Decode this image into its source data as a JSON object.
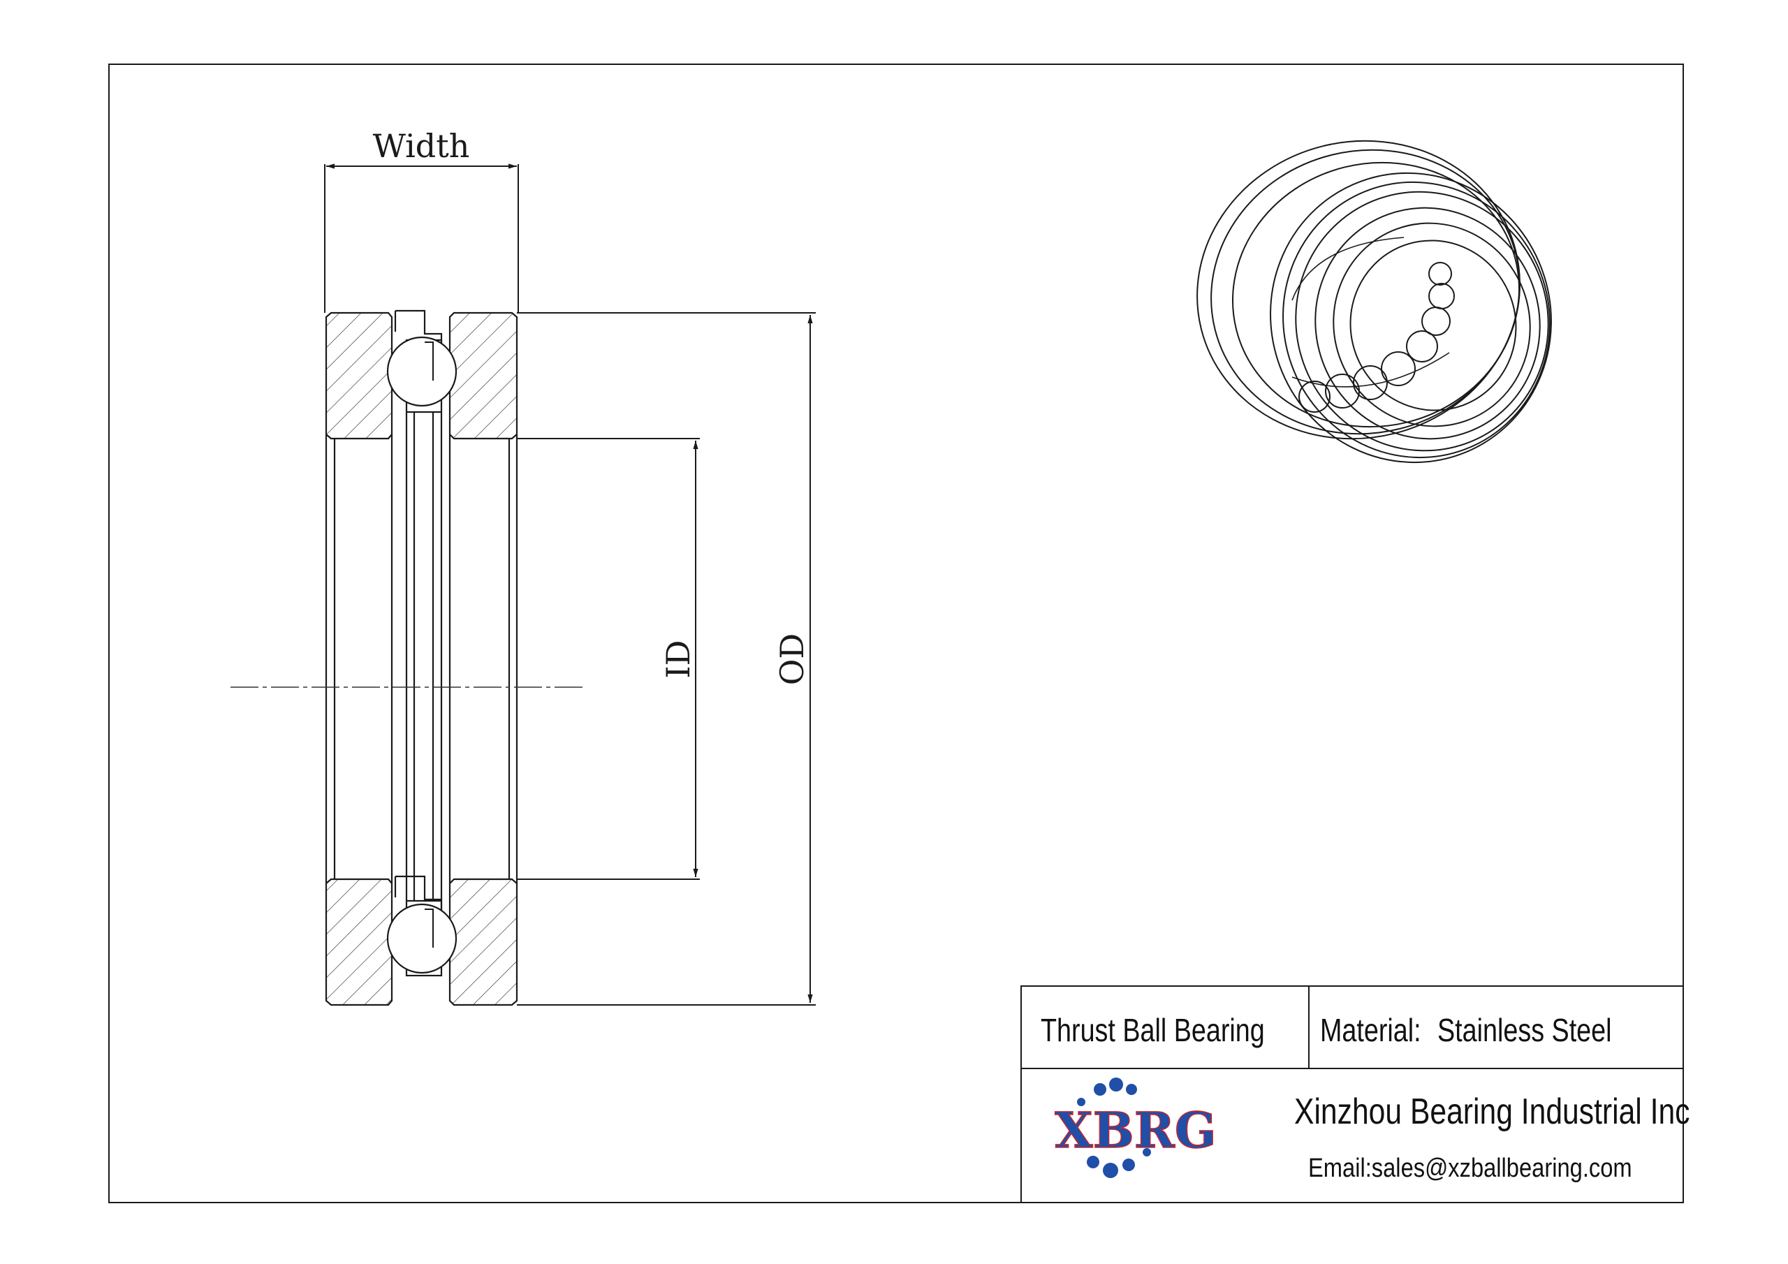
{
  "dimensions": {
    "width_label": "Width",
    "id_label": "ID",
    "od_label": "OD"
  },
  "title_block": {
    "product_name": "Thrust Ball Bearing",
    "material_label": "Material:",
    "material_value": "Stainless Steel",
    "company": "Xinzhou Bearing Industrial Inc",
    "email": "Email:sales@xzballbearing.com",
    "logo_text": "XBRG"
  },
  "colors": {
    "line": "#1a1a1a",
    "logo_blue": "#1f4fa8",
    "logo_red": "#c8262b"
  }
}
